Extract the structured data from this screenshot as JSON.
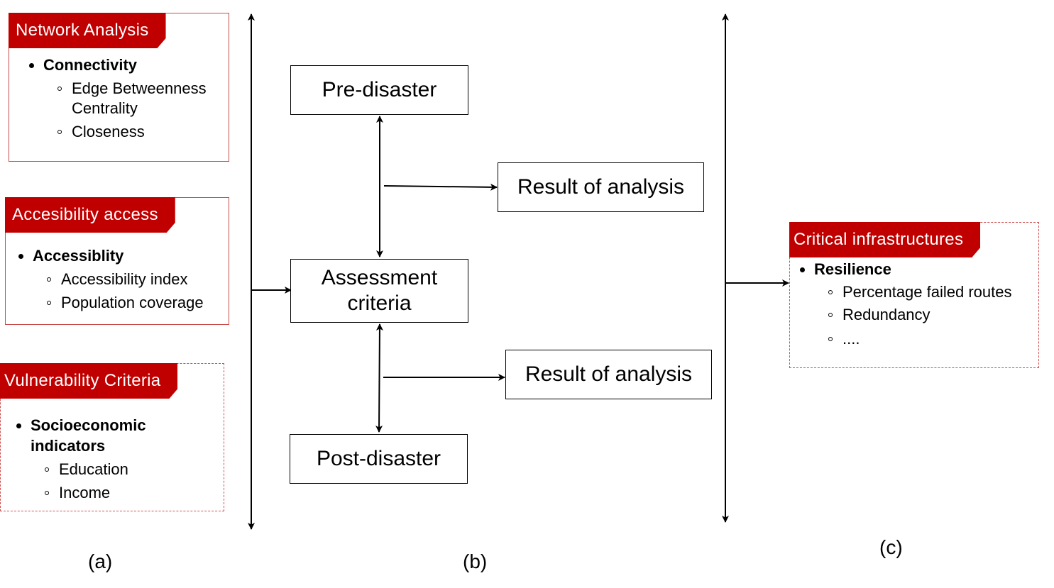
{
  "network_analysis": {
    "tag": "Network Analysis",
    "heading": "Connectivity",
    "items": [
      "Edge Betweenness Centrality",
      "Closeness"
    ]
  },
  "accessibility": {
    "tag": "Accesibility access",
    "heading": "Accessiblity",
    "items": [
      "Accessibility index",
      "Population coverage"
    ]
  },
  "vulnerability": {
    "tag": "Vulnerability Criteria",
    "heading": "Socioeconomic indicators",
    "items": [
      "Education",
      "Income"
    ]
  },
  "critical": {
    "tag": "Critical infrastructures",
    "heading": "Resilience",
    "items": [
      "Percentage failed routes",
      "Redundancy",
      "...."
    ]
  },
  "nodes": {
    "pre_disaster": "Pre-disaster",
    "assessment": "Assessment criteria",
    "post_disaster": "Post-disaster",
    "result_top": "Result of analysis",
    "result_bottom": "Result of analysis"
  },
  "labels": {
    "a": "(a)",
    "b": "(b)",
    "c": "(c)"
  },
  "colors": {
    "tag_red": "#c00000",
    "border_red": "#c94a4a"
  }
}
